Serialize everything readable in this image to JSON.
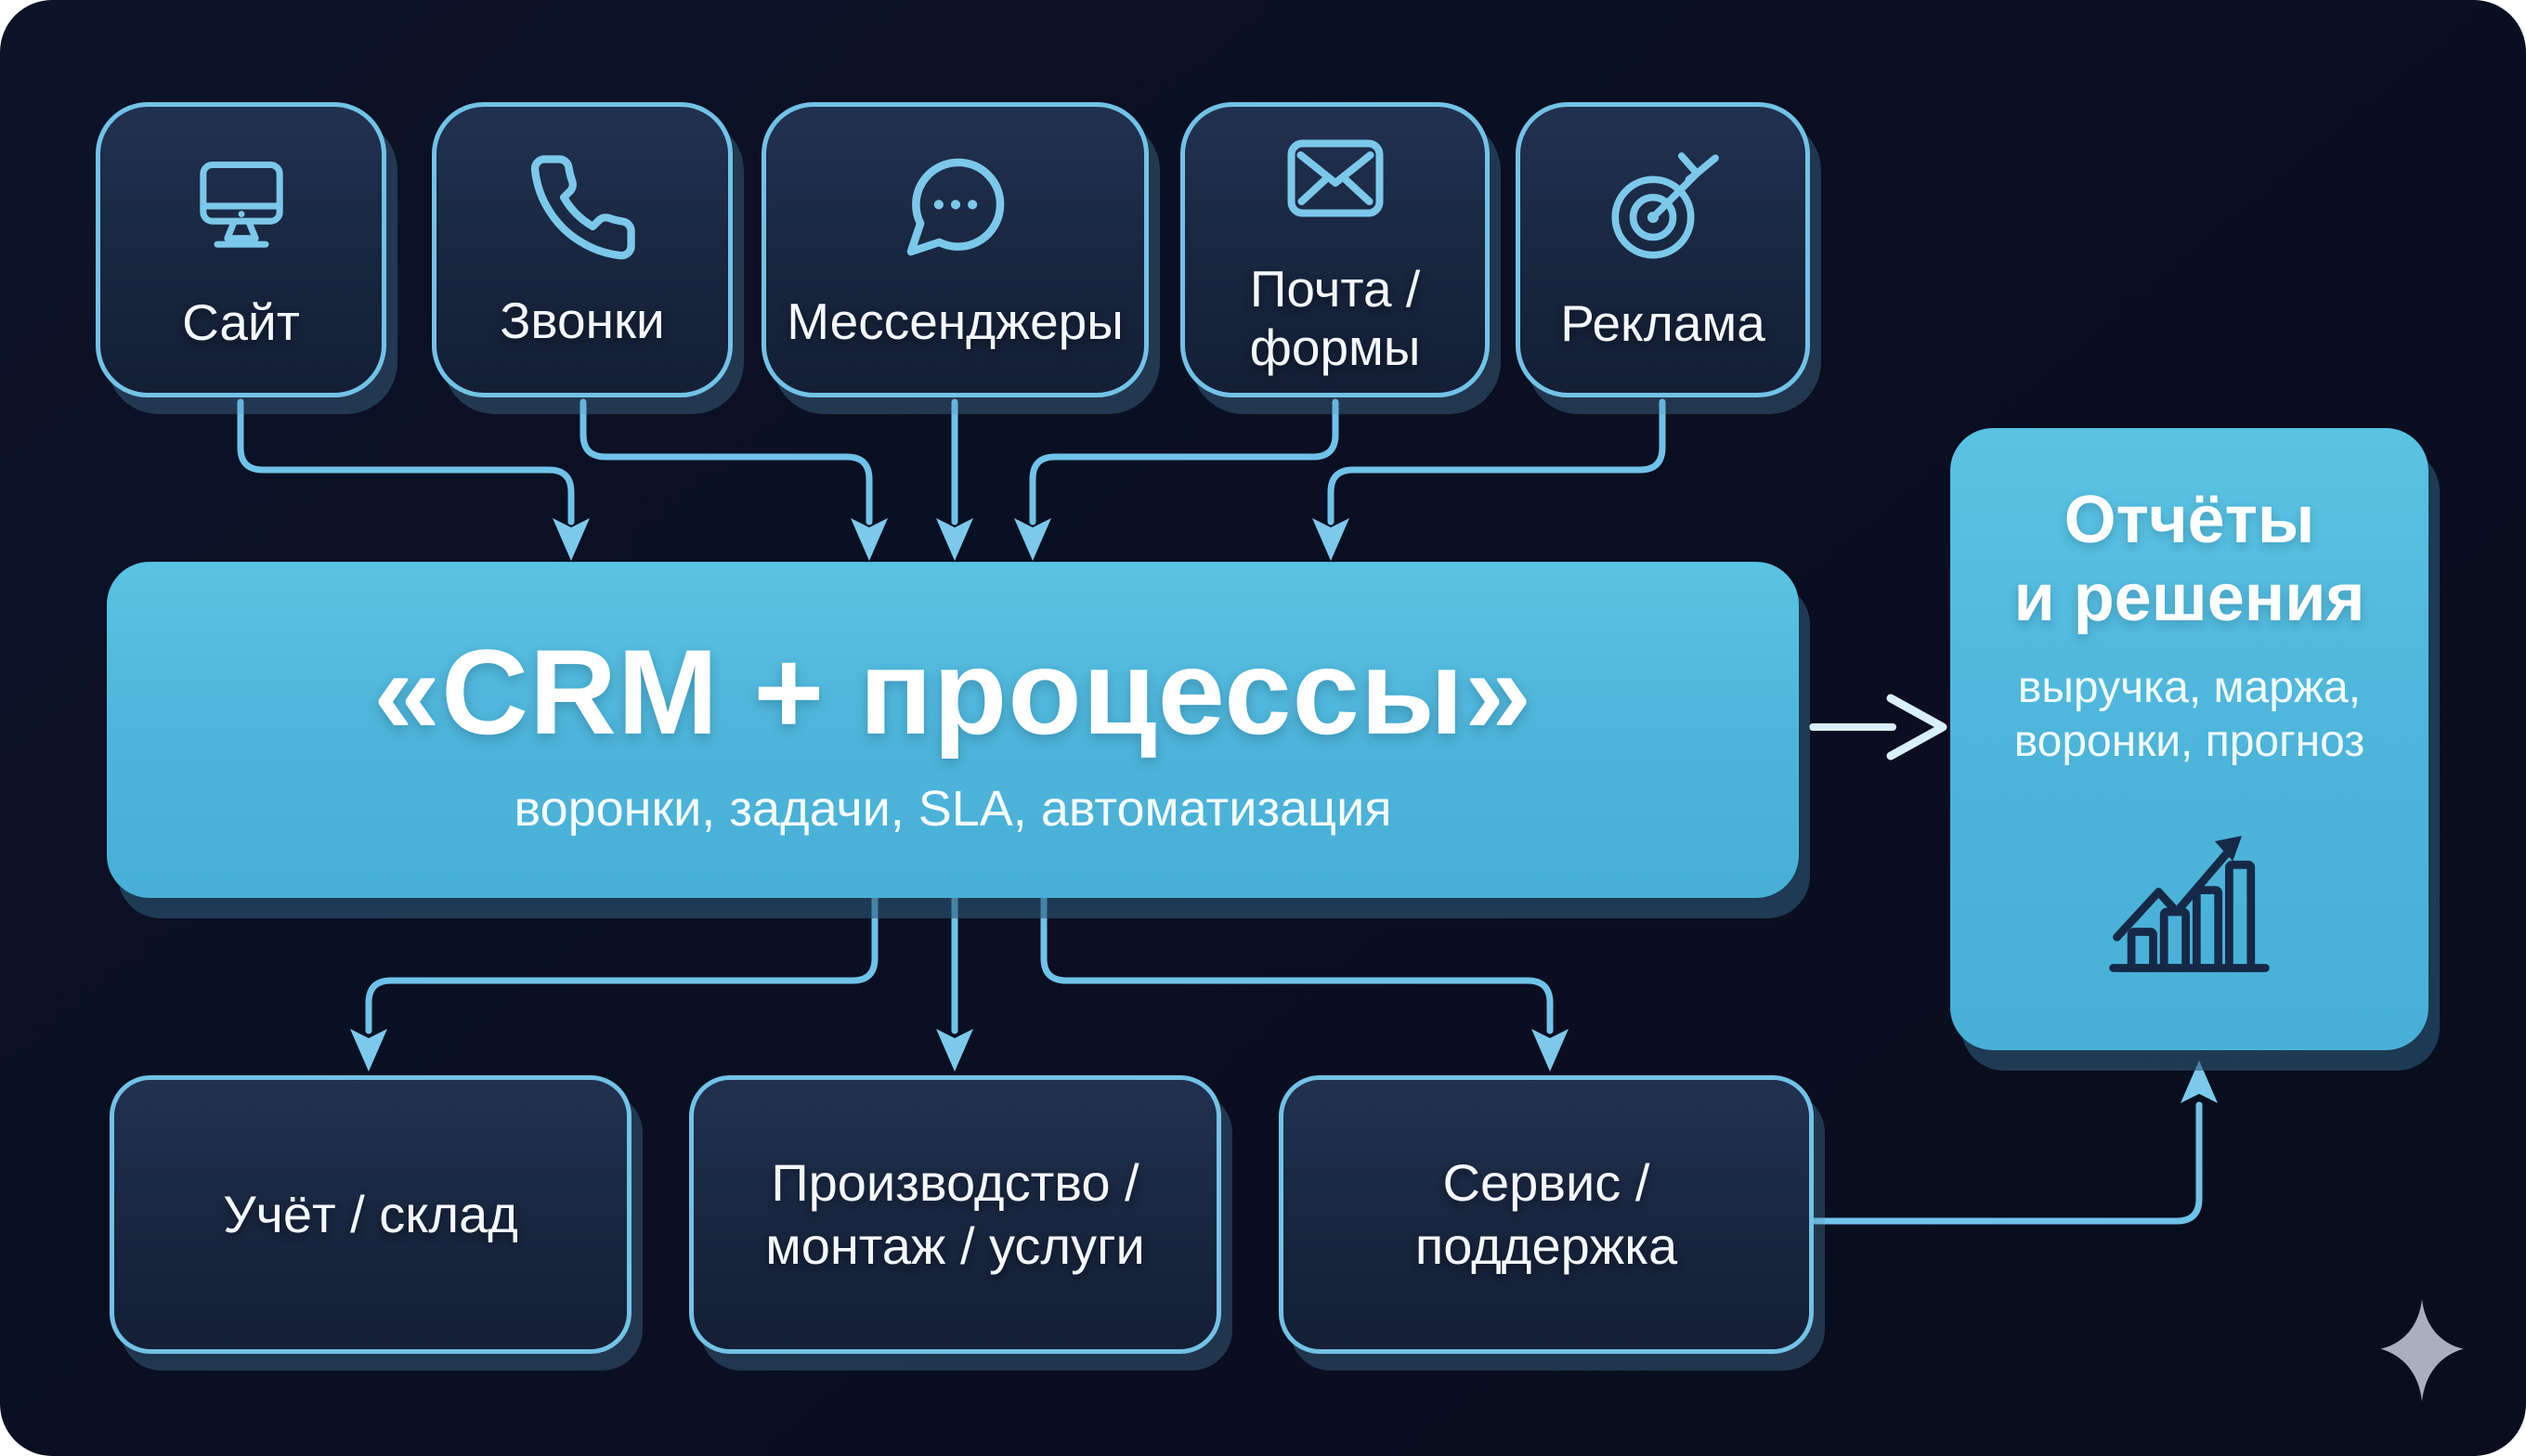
{
  "palette": {
    "page_bg": "#ffffff",
    "card_bg": "#0a0f22",
    "node_fill": "#18263f",
    "node_border": "#72c2e6",
    "accent_fill": "#4fb6da",
    "arrow": "#6fc2e8",
    "arrow_light": "#d9eff9",
    "icon_stroke": "#7cc8ea",
    "chart_icon": "#152947",
    "sparkle": "#a9afbc",
    "text": "#ffffff"
  },
  "sources": [
    {
      "label": "Сайт",
      "icon": "monitor-icon"
    },
    {
      "label": "Звонки",
      "icon": "phone-icon"
    },
    {
      "label": "Мессенджеры",
      "icon": "chat-bubble-icon"
    },
    {
      "label": "Почта /\nформы",
      "icon": "envelope-icon"
    },
    {
      "label": "Реклама",
      "icon": "target-icon"
    }
  ],
  "crm": {
    "title": "«CRM + процессы»",
    "subtitle": "воронки, задачи, SLA, автоматизация"
  },
  "reports": {
    "title": "Отчёты\nи решения",
    "subtitle": "выручка, маржа,\nворонки, прогноз",
    "icon": "growth-chart-icon"
  },
  "downstream": [
    {
      "label": "Учёт / склад"
    },
    {
      "label": "Производство /\nмонтаж / услуги"
    },
    {
      "label": "Сервис /\nподдержка"
    }
  ]
}
